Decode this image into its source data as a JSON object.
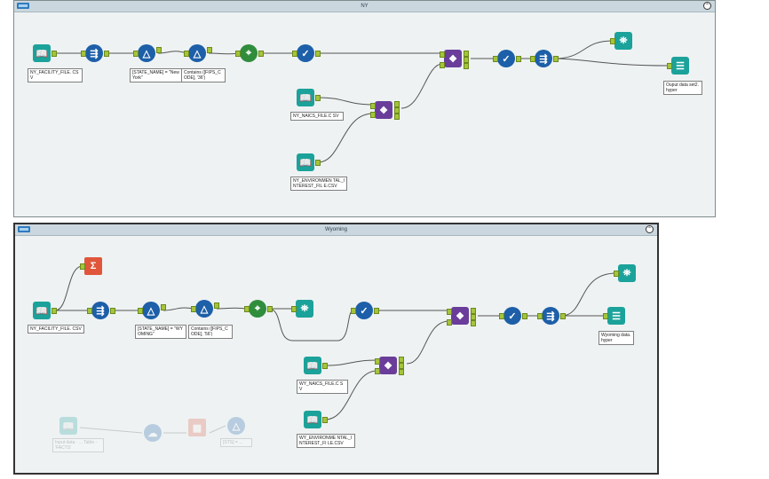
{
  "containers": {
    "ny": {
      "title": "NY"
    },
    "wy": {
      "title": "Wyoming"
    }
  },
  "ny_labels": {
    "facility": "NY_FACILITY_FILE. CSV",
    "state_filter": "[STATE_NAME] = \"New York\"",
    "contains_filter": "Contains ([FIPS_CODE], '36')",
    "naics": "NY_NAICS_FILE.C SV",
    "environ": "NY_ENVIRONMEN TAL_INTEREST_FIL E.CSV",
    "output": "Ouput data set2.hyper"
  },
  "wy_labels": {
    "facility": "NY_FACILITY_FILE. CSV",
    "state_filter": "[STATE_NAME] = \"WYOMING\"",
    "contains_filter": "Contains ([FIPS_CODE], '56')",
    "naics": "WY_NAICS_FILE.C SV",
    "environ": "WY_ENVIRONME NTAL_INTEREST_FI LE.CSV",
    "output": "Wyoming data.hyper",
    "faded_input": "Input data - ... Table - 'FACTS'",
    "faded_filter": "[STS] = ..."
  },
  "icons": {
    "input": "book-icon",
    "select": "select-icon",
    "filter": "filter-delta-icon",
    "formula": "location-pin-icon",
    "unique": "checkmark-icon",
    "join": "join-icon",
    "browse": "binoculars-icon",
    "output": "output-data-icon",
    "summarize": "sigma-icon"
  },
  "colors": {
    "input": "#1ba29a",
    "select": "#1d5fa8",
    "formula": "#2f8d3c",
    "join": "#6a3d9a",
    "summarize": "#e0563a",
    "anchor": "#a5c43a"
  }
}
